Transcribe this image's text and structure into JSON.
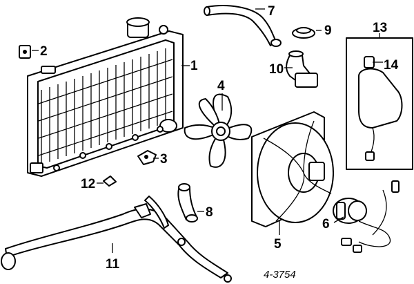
{
  "callouts": [
    "1",
    "2",
    "3",
    "4",
    "5",
    "6",
    "7",
    "8",
    "9",
    "10",
    "11",
    "12",
    "13",
    "14"
  ],
  "reference": "4-3754"
}
